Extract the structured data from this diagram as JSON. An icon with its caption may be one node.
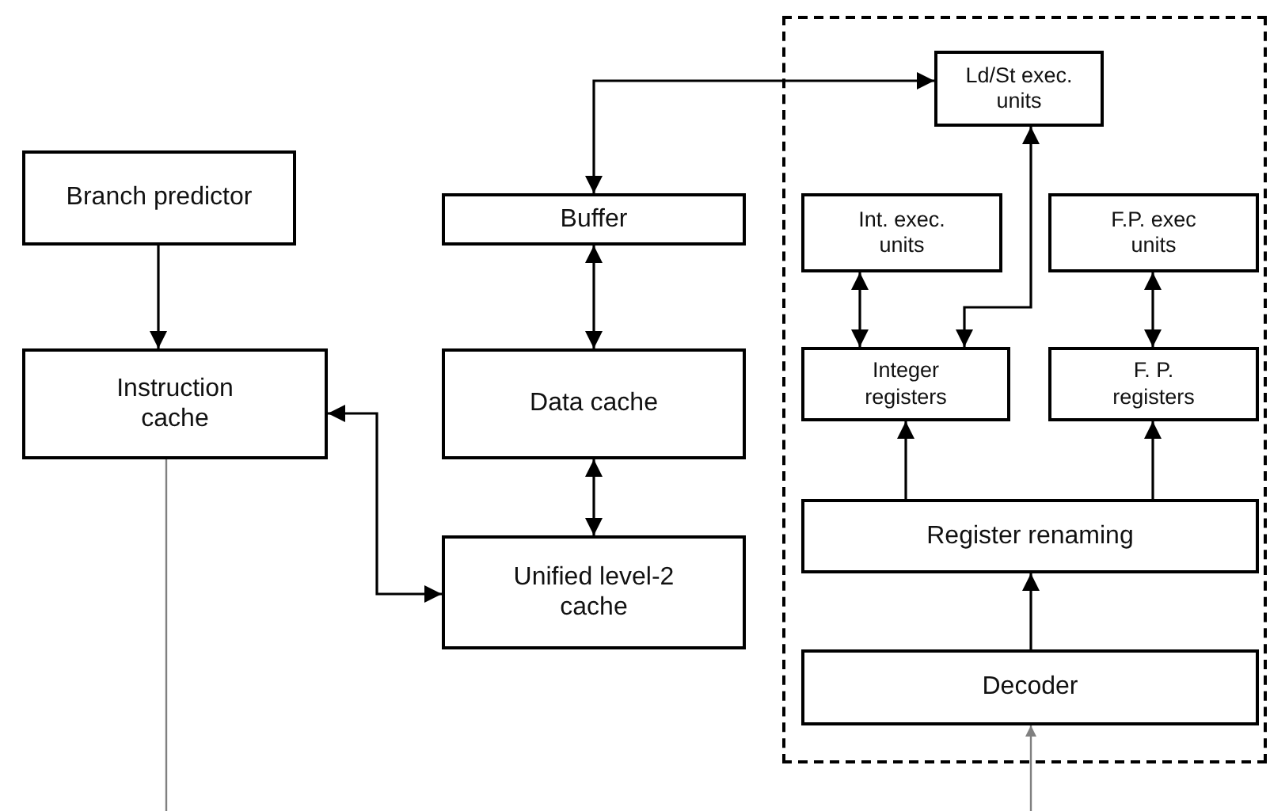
{
  "diagram": {
    "nodes": [
      {
        "text": [
          "Branch predictor"
        ]
      },
      {
        "text": [
          "Instruction cache"
        ]
      },
      {
        "text": [
          "Buffer"
        ]
      },
      {
        "text": [
          "Data cache"
        ]
      },
      {
        "text": [
          "Unified level-2 cache"
        ]
      },
      {
        "text": [],
        "shape": "box"
      },
      {
        "text": [
          "Ld/St exec. units"
        ],
        "in": 5
      },
      {
        "text": [
          "Int. exec. units"
        ],
        "in": 5
      },
      {
        "text": [
          "F.P. exec units"
        ],
        "in": 5
      },
      {
        "text": [
          "Integer registers"
        ],
        "in": 5
      },
      {
        "text": [
          "F. P. registers"
        ],
        "in": 5
      },
      {
        "text": [
          "Register renaming"
        ],
        "in": 5
      },
      {
        "text": [
          "Decoder"
        ],
        "in": 5
      }
    ],
    "edges": [
      {
        "from": 0,
        "to": 1,
        "arrow": "to"
      },
      {
        "from": 2,
        "to": 6,
        "arrow": "both"
      },
      {
        "from": 2,
        "to": 3,
        "arrow": "both"
      },
      {
        "from": 3,
        "to": 4,
        "arrow": "both"
      },
      {
        "from": 1,
        "to": 4,
        "arrow": "both"
      },
      {
        "from": 7,
        "to": 9,
        "arrow": "both"
      },
      {
        "from": 8,
        "to": 10,
        "arrow": "both"
      },
      {
        "from": 9,
        "to": 6,
        "arrow": "both"
      },
      {
        "from": 11,
        "to": 9,
        "arrow": "to"
      },
      {
        "from": 11,
        "to": 10,
        "arrow": "to"
      },
      {
        "from": 12,
        "to": 11,
        "arrow": "to"
      },
      {
        "from": 1,
        "to": null,
        "arrow": "none",
        "color": "#808080"
      },
      {
        "from": null,
        "to": 12,
        "arrow": "to",
        "color": "#808080"
      }
    ]
  }
}
